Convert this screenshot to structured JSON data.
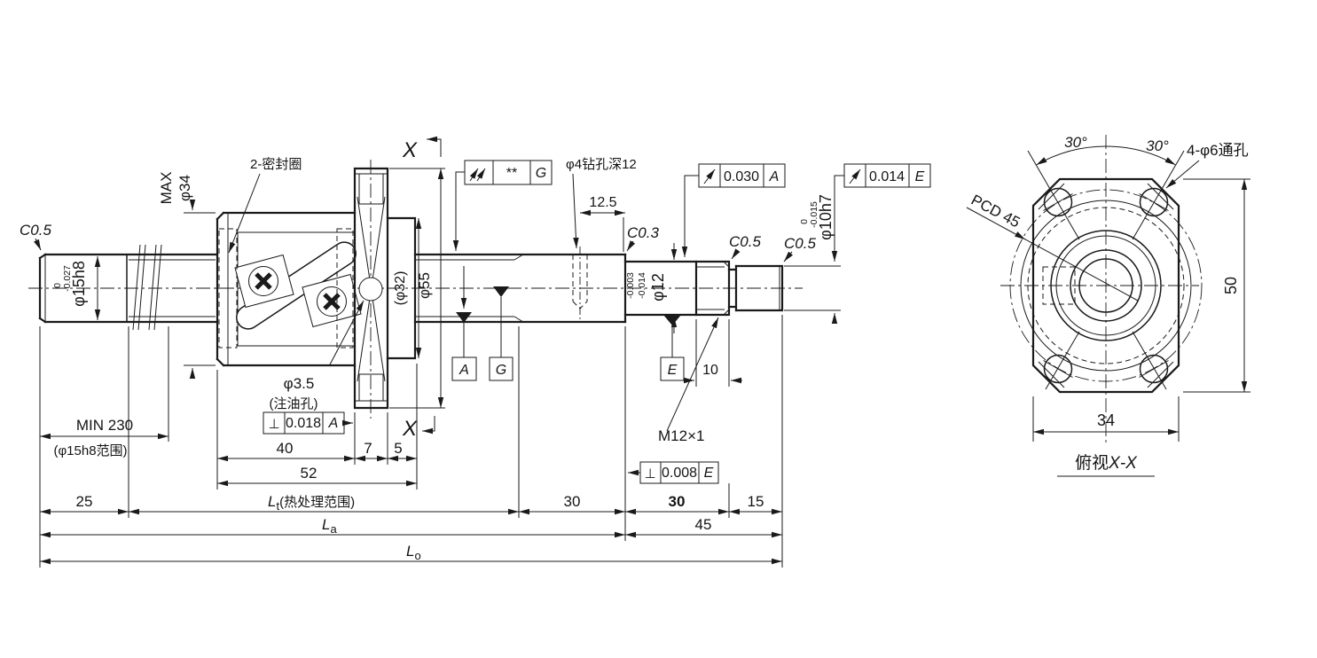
{
  "main": {
    "seal_label": "2-密封圈",
    "max_line1": "MAX",
    "max_line2": "φ34",
    "section_marker_top": "X",
    "section_marker_bottom": "X",
    "c05_shaft_end": "C0.5",
    "c03_step": "C0.3",
    "c05_thread": "C0.5",
    "c05_tip": "C0.5",
    "dia15": {
      "label": "φ15h8",
      "tol_u": "0",
      "tol_l": "-0.027"
    },
    "dia12": {
      "label": "φ12",
      "tol_u": "-0.003",
      "tol_l": "-0.014"
    },
    "dia10": {
      "label": "φ10h7",
      "tol_u": "0",
      "tol_l": "-0.015"
    },
    "dia32": "(φ32)",
    "dia55": "φ55",
    "oil": {
      "dia": "φ3.5",
      "note": "(注油孔)"
    },
    "drill_note": "φ4钻孔深12",
    "dim12_5": "12.5",
    "thread": {
      "label": "M12×1",
      "len": "10"
    },
    "gdt": {
      "runout_total": {
        "val": "**",
        "datum": "G"
      },
      "perp_flange": {
        "sym": "⊥",
        "val": "0.018",
        "datum": "A"
      },
      "runout_mid": {
        "val": "0.030",
        "datum": "A"
      },
      "runout_tip": {
        "val": "0.014",
        "datum": "E"
      },
      "perp_tip": {
        "sym": "⊥",
        "val": "0.008",
        "datum": "E"
      },
      "datum_a": "A",
      "datum_g": "G",
      "datum_e": "E"
    },
    "dims": {
      "d25": "25",
      "min": "MIN 230",
      "min_note": "(φ15h8范围)",
      "d40": "40",
      "d7": "7",
      "d5": "5",
      "d52": "52",
      "lt": {
        "main": "L",
        "sub": "t",
        "note": "(热处理范围)"
      },
      "d30a": "30",
      "d30b": "30",
      "d15": "15",
      "la": {
        "main": "L",
        "sub": "a"
      },
      "d45": "45",
      "lo": {
        "main": "L",
        "sub": "o"
      }
    }
  },
  "side": {
    "angle_l": "30°",
    "angle_r": "30°",
    "holes": "4-φ6通孔",
    "pcd": "PCD 45",
    "height": "50",
    "width": "34",
    "caption": {
      "prefix": "俯视",
      "xx": "X-X"
    }
  }
}
